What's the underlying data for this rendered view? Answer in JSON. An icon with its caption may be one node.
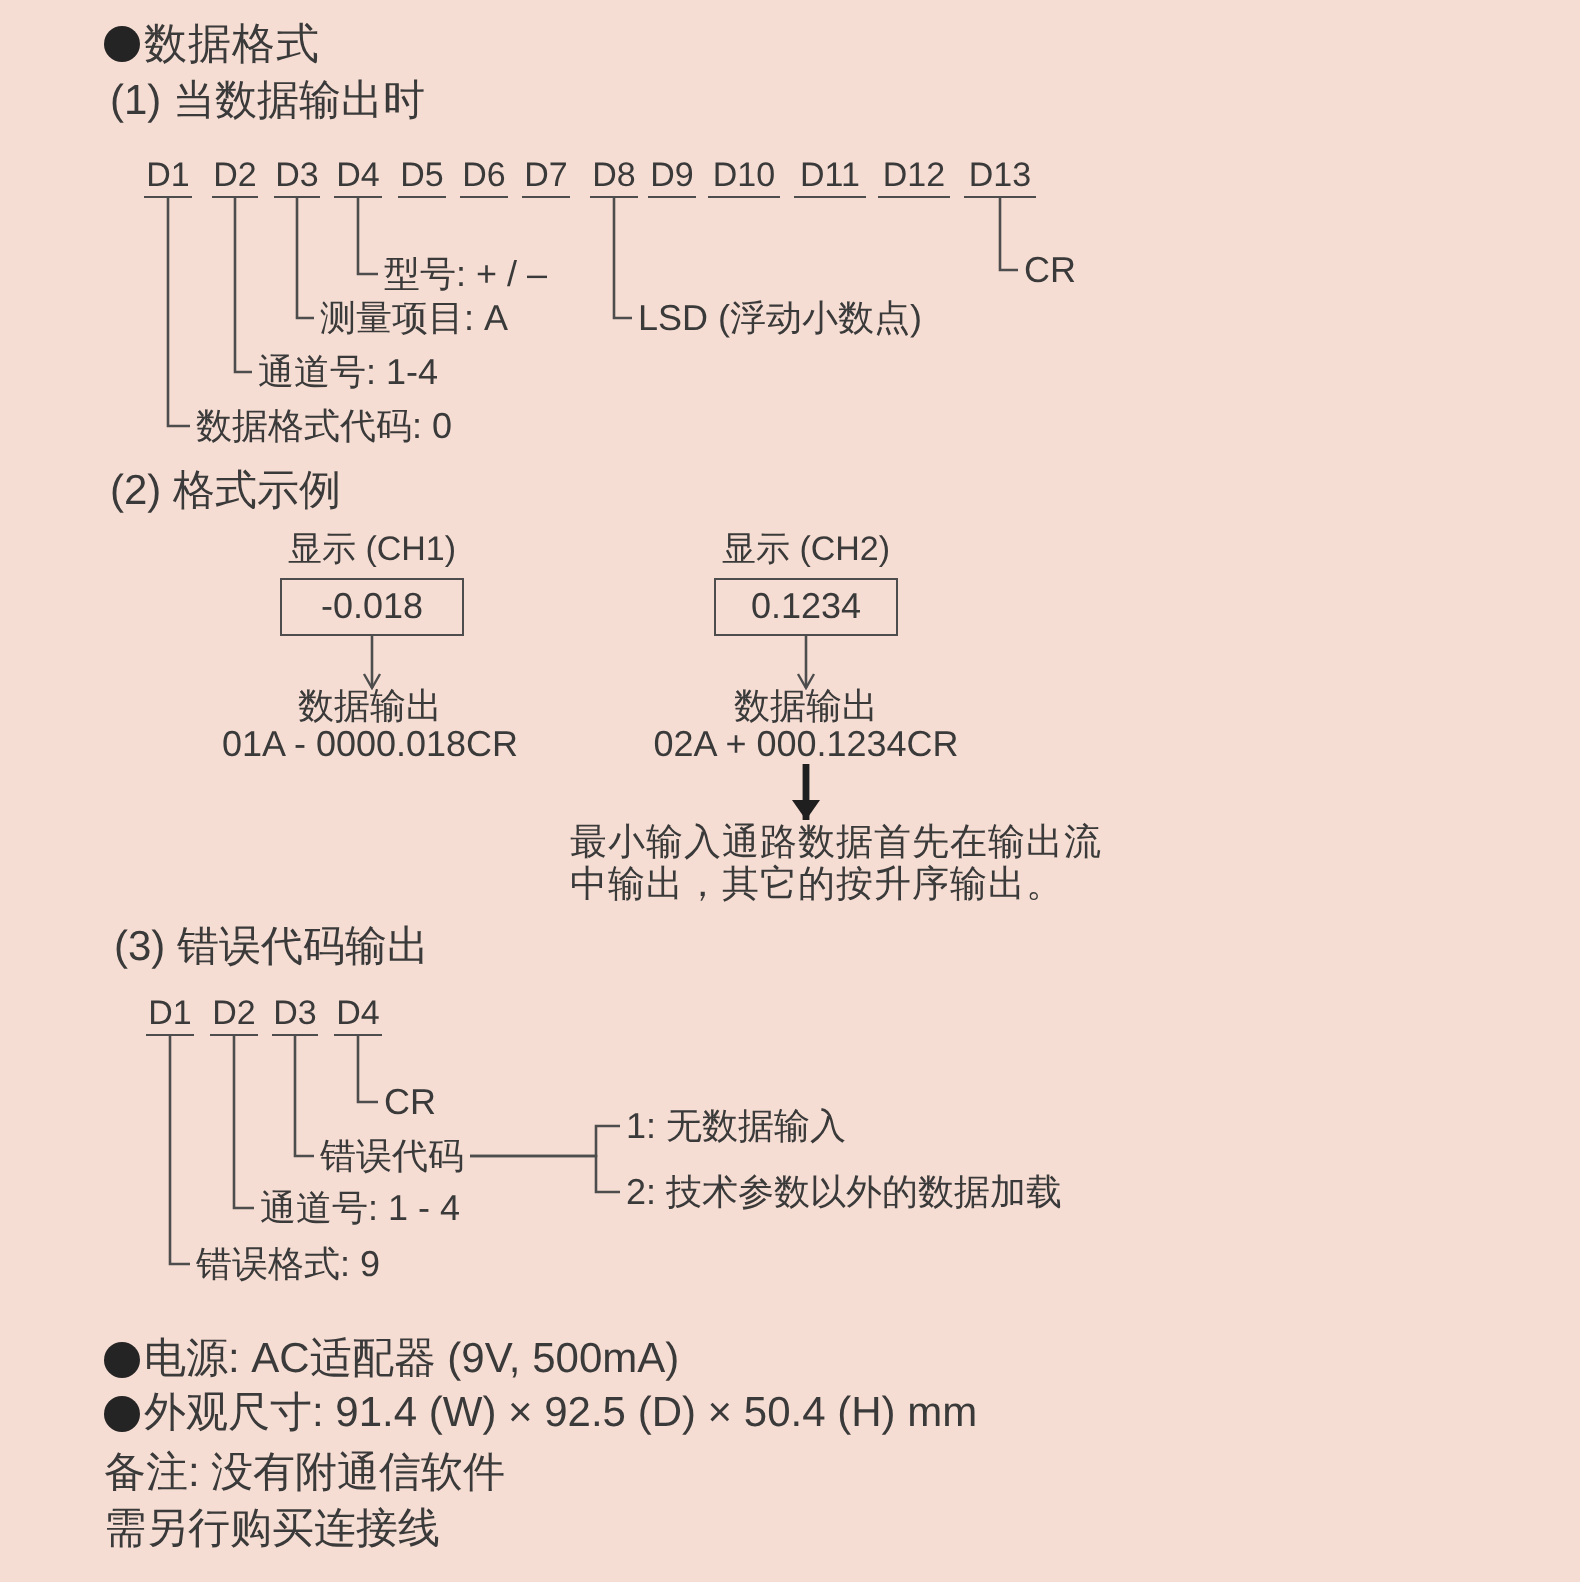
{
  "diagram": {
    "title": "数据格式",
    "nodes": [
      {
        "text": [
          "D1"
        ]
      },
      {
        "text": [
          "D2"
        ]
      },
      {
        "text": [
          "D3"
        ]
      },
      {
        "text": [
          "D4"
        ]
      },
      {
        "text": [
          "D5"
        ]
      },
      {
        "text": [
          "D6"
        ]
      },
      {
        "text": [
          "D7"
        ]
      },
      {
        "text": [
          "D8"
        ]
      },
      {
        "text": [
          "D9"
        ]
      },
      {
        "text": [
          "D10"
        ]
      },
      {
        "text": [
          "D11"
        ]
      },
      {
        "text": [
          "D12"
        ]
      },
      {
        "text": [
          "D13"
        ]
      },
      {
        "text": [
          "型号: + / –"
        ]
      },
      {
        "text": [
          "CR"
        ]
      },
      {
        "text": [
          "测量项目: A"
        ]
      },
      {
        "text": [
          "LSD (浮动小数点)"
        ]
      },
      {
        "text": [
          "通道号: 1-4"
        ]
      },
      {
        "text": [
          "数据格式代码: 0"
        ]
      },
      {
        "text": [
          "显示 (CH1)",
          "-0.018"
        ]
      },
      {
        "text": [
          "显示 (CH2)",
          "0.1234"
        ]
      },
      {
        "text": [
          "数据输出",
          "01A - 0000.018CR"
        ]
      },
      {
        "text": [
          "数据输出",
          "02A + 000.1234CR"
        ]
      },
      {
        "text": [
          "最小输入通路数据首先在输出流中输出，其它的按升序输出。"
        ]
      },
      {
        "text": [
          "D1"
        ]
      },
      {
        "text": [
          "D2"
        ]
      },
      {
        "text": [
          "D3"
        ]
      },
      {
        "text": [
          "D4"
        ]
      },
      {
        "text": [
          "CR"
        ]
      },
      {
        "text": [
          "1: 无数据输入"
        ]
      },
      {
        "text": [
          "错误代码"
        ]
      },
      {
        "text": [
          "2: 技术参数以外的数据加载"
        ]
      },
      {
        "text": [
          "通道号: 1 - 4"
        ]
      },
      {
        "text": [
          "错误格式: 9"
        ]
      }
    ],
    "edges": [
      {
        "from": 3,
        "to": 13,
        "arrow": "none"
      },
      {
        "from": 12,
        "to": 14,
        "arrow": "none"
      },
      {
        "from": 2,
        "to": 15,
        "arrow": "none"
      },
      {
        "from": 7,
        "to": 16,
        "arrow": "none"
      },
      {
        "from": 1,
        "to": 17,
        "arrow": "none"
      },
      {
        "from": 0,
        "to": 18,
        "arrow": "none"
      },
      {
        "from": 19,
        "to": 21,
        "arrow": "to"
      },
      {
        "from": 20,
        "to": 22,
        "arrow": "to"
      },
      {
        "from": 22,
        "to": 23,
        "arrow": "to",
        "style": "thick",
        "color": "#1f1f1f"
      },
      {
        "from": 27,
        "to": 28,
        "arrow": "none"
      },
      {
        "from": 26,
        "to": 30,
        "arrow": "none"
      },
      {
        "from": 25,
        "to": 32,
        "arrow": "none"
      },
      {
        "from": 24,
        "to": 33,
        "arrow": "none"
      },
      {
        "from": 30,
        "to": 29,
        "arrow": "none"
      },
      {
        "from": 30,
        "to": 31,
        "arrow": "none"
      }
    ],
    "labels": [
      "(1) 当数据输出时",
      "(2) 格式示例",
      "(3) 错误代码输出",
      "电源: AC适配器 (9V, 500mA)",
      "外观尺寸: 91.4 (W) × 92.5 (D) × 50.4 (H) mm",
      "备注: 没有附通信软件",
      "需另行购买连接线"
    ]
  }
}
